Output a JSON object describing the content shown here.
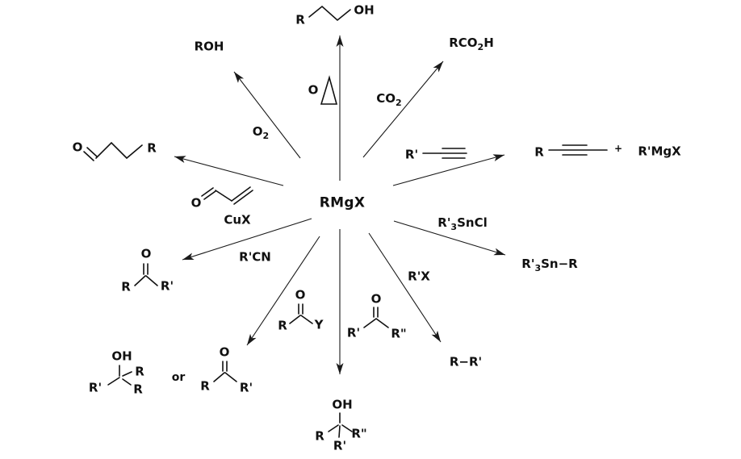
{
  "diagram": {
    "accent_color": "#111111",
    "background_color": "#ffffff"
  },
  "center": {
    "label": "RMgX"
  },
  "top": {
    "r": "R",
    "oh": "OH",
    "epoxide_o": "O"
  },
  "upper_left": {
    "o2_base": "O",
    "o2_sub": "2",
    "product": "ROH"
  },
  "upper_right": {
    "co2_base": "CO",
    "co2_sub": "2",
    "acid_p1": "RCO",
    "acid_sub": "2",
    "acid_p2": "H"
  },
  "left": {
    "aldehyde_o": "O",
    "aldehyde_r": "R",
    "enal_o": "O",
    "cux": "CuX"
  },
  "nitrile": {
    "label": "R'CN",
    "o": "O",
    "r": "R",
    "rp": "R'"
  },
  "right": {
    "alkyne_r": "R'",
    "product_r": "R",
    "plus": "+",
    "byproduct": "R'MgX"
  },
  "stannyl": {
    "reagent_p1": "R'",
    "reagent_sub": "3",
    "reagent_p2": "SnCl",
    "product_p1": "R'",
    "product_sub": "3",
    "product_p2": "Sn−R"
  },
  "alkyl_halide": {
    "label": "R'X",
    "product": "R−R'"
  },
  "acyl": {
    "o": "O",
    "r": "R",
    "y": "Y"
  },
  "ketone_reagent": {
    "o": "O",
    "rp": "R'",
    "rpp": "R\""
  },
  "or_branch": {
    "oh": "OH",
    "rp": "R'",
    "r_top": "R",
    "r_bot": "R",
    "or": "or",
    "ko": "O",
    "kr": "R",
    "krp": "R'"
  },
  "bottom": {
    "oh": "OH",
    "r": "R",
    "rp": "R'",
    "rpp": "R\""
  }
}
